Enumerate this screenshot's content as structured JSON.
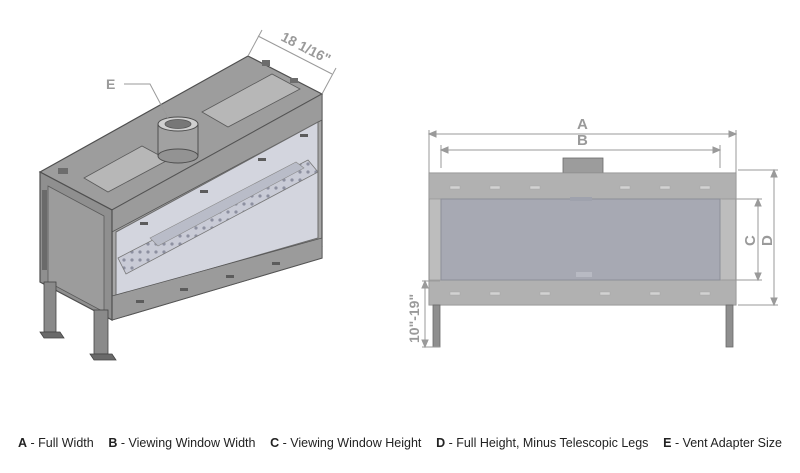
{
  "labels": {
    "vent_label": "E",
    "depth_dim": "18 1/16\"",
    "dim_a": "A",
    "dim_b": "B",
    "dim_c": "C",
    "dim_d": "D",
    "leg_dim": "10\"-19\""
  },
  "legend": [
    {
      "key": "A",
      "text": " - Full Width"
    },
    {
      "key": "B",
      "text": " - Viewing Window Width"
    },
    {
      "key": "C",
      "text": " - Viewing Window Height"
    },
    {
      "key": "D",
      "text": " - Full Height, Minus Telescopic Legs"
    },
    {
      "key": "E",
      "text": " - Vent Adapter Size"
    }
  ],
  "colors": {
    "frame": "#8c8c8c",
    "frame_dark": "#5a5a5a",
    "glass": "#a7a9b3",
    "dimension": "#9a9a9a"
  }
}
